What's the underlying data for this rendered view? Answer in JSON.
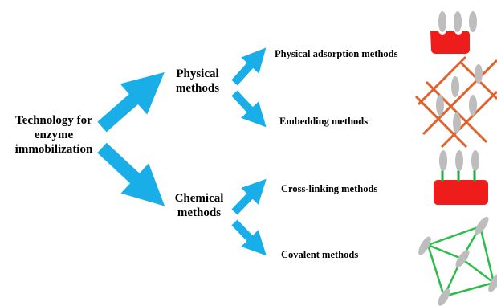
{
  "root": {
    "line1": "Technology for",
    "line2": "enzyme",
    "line3": "immobilization"
  },
  "branches": [
    {
      "line1": "Physical",
      "line2": "methods",
      "methods": [
        {
          "label": "Physical adsorption methods",
          "illustration": "enzymes-adsorbed-on-carrier-icon"
        },
        {
          "label": "Embedding methods",
          "illustration": "enzymes-entrapped-in-mesh-icon"
        }
      ]
    },
    {
      "line1": "Chemical",
      "line2": "methods",
      "methods": [
        {
          "label": "Cross-linking methods",
          "illustration": "enzymes-linked-to-carrier-icon"
        },
        {
          "label": "Covalent methods",
          "illustration": "enzymes-crosslinked-network-icon"
        }
      ]
    }
  ],
  "colors": {
    "arrow": "#1aaee8",
    "carrier": "#ef1c1c",
    "mesh": "#e0612c",
    "linker": "#22a845",
    "network": "#2cbc4a",
    "enzyme": "#bdbdbd",
    "text": "#000000"
  }
}
